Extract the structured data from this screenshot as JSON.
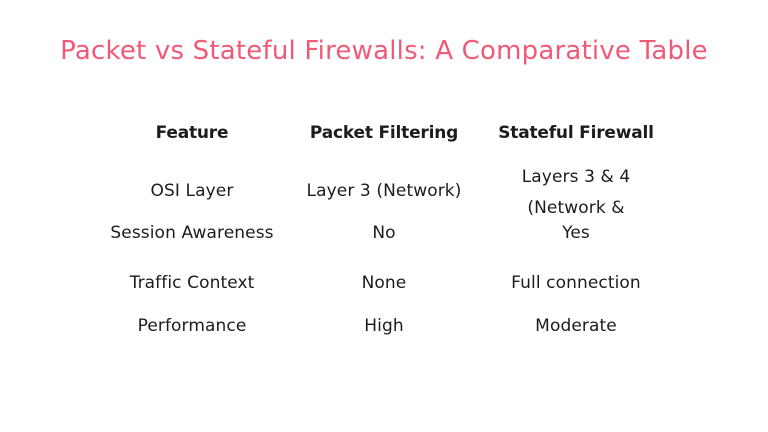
{
  "slide": {
    "title": "Packet vs Stateful Firewalls: A Comparative Table",
    "title_color": "#f05a78",
    "background_color": "#ffffff",
    "body_text_color": "#1c1c1c"
  },
  "table": {
    "headers": {
      "feature": "Feature",
      "packet": "Packet Filtering",
      "stateful": "Stateful Firewall"
    },
    "rows": [
      {
        "feature": "OSI Layer",
        "packet": "Layer 3 (Network)",
        "stateful": "Layers 3 & 4 (Network &"
      },
      {
        "feature": "Session Awareness",
        "packet": "No",
        "stateful": "Yes"
      },
      {
        "feature": "Traffic Context",
        "packet": "None",
        "stateful": "Full connection"
      },
      {
        "feature": "Performance",
        "packet": "High",
        "stateful": "Moderate"
      }
    ]
  }
}
